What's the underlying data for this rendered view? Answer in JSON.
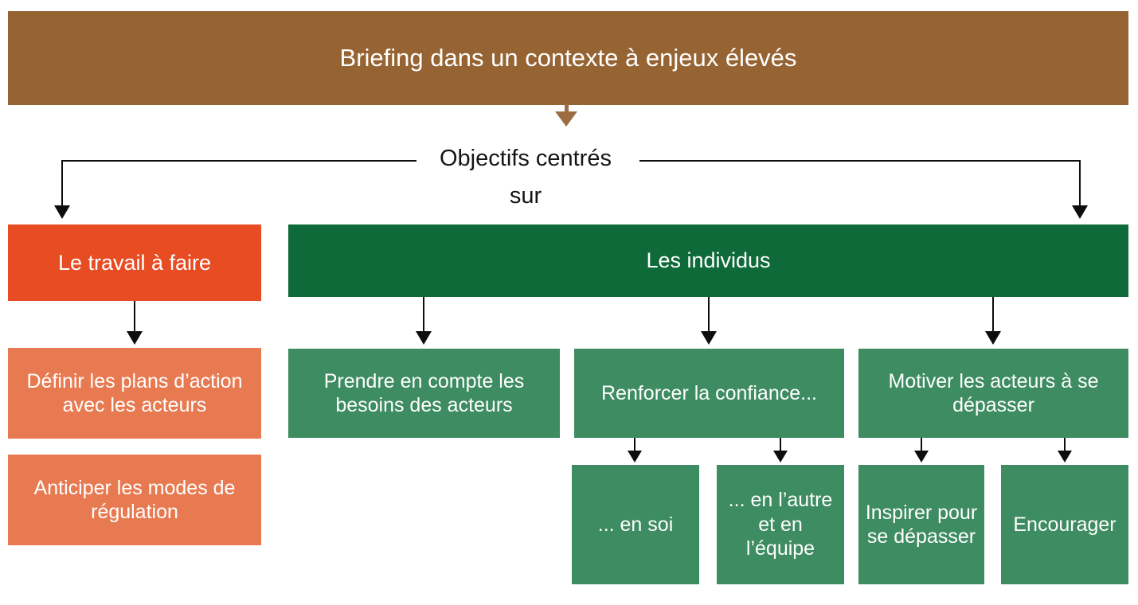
{
  "colors": {
    "banner_brown": "#966433",
    "banner_arrow_brown": "#9e6c42",
    "work_header_orange": "#e84c22",
    "work_child_orange": "#e87a52",
    "individuals_header_green": "#0e6b39",
    "individuals_child_green": "#3e8c61",
    "connector_black": "#0d0d0d",
    "text_white": "#ffffff",
    "text_black": "#151515"
  },
  "banner": {
    "title": "Briefing dans un contexte à enjeux élevés"
  },
  "hub": {
    "line1": "Objectifs centrés",
    "line2": "sur"
  },
  "work_branch": {
    "header": "Le travail à faire",
    "children": [
      "Définir les plans d’action avec les acteurs",
      "Anticiper les modes de régulation"
    ]
  },
  "individuals_branch": {
    "header": "Les individus",
    "children": [
      {
        "label": "Prendre en compte les besoins des acteurs",
        "children": []
      },
      {
        "label": "Renforcer la confiance...",
        "children": [
          "... en soi",
          "... en l’autre et en l’équipe"
        ]
      },
      {
        "label": "Motiver les acteurs à se dépasser",
        "children": [
          "Inspirer pour se dépasser",
          "Encourager"
        ]
      }
    ]
  }
}
